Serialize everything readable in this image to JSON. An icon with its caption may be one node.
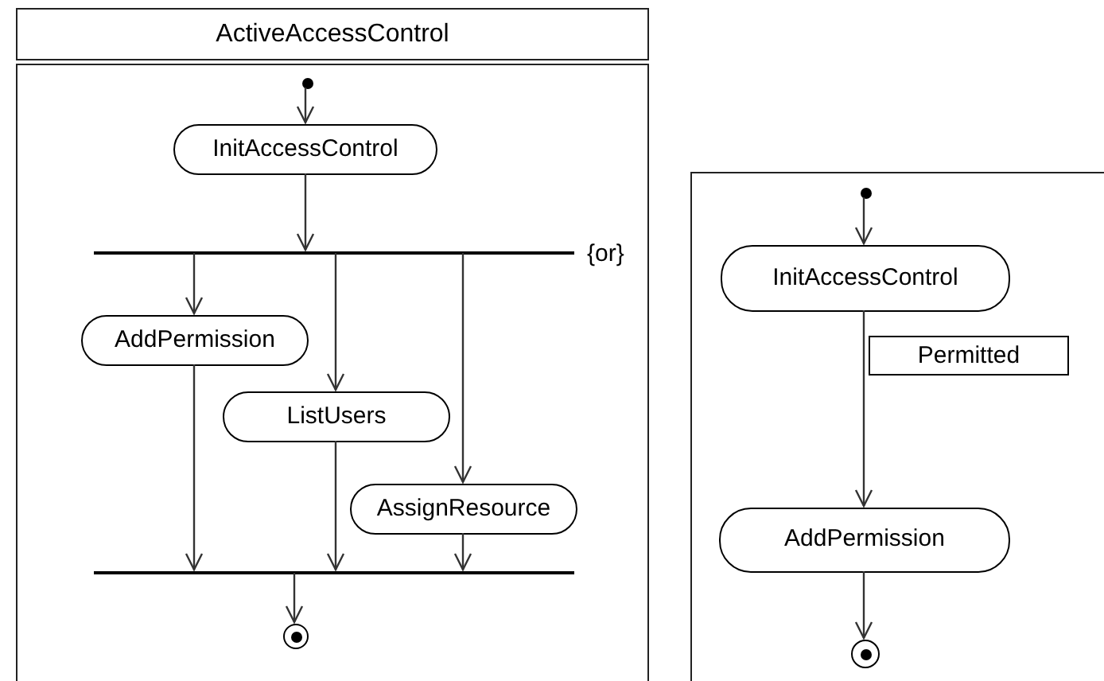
{
  "diagram": {
    "nodes": [
      {
        "text": [
          "ActiveAccessControl"
        ]
      },
      {
        "text": [],
        "shape": "box"
      },
      {
        "text": [],
        "shape": "circle",
        "in": 1
      },
      {
        "text": [
          "InitAccessControl"
        ],
        "in": 1
      },
      {
        "text": [],
        "shape": "bar",
        "in": 1,
        "beside": [
          "{or}"
        ]
      },
      {
        "text": [
          "AddPermission"
        ],
        "in": 1
      },
      {
        "text": [
          "ListUsers"
        ],
        "in": 1
      },
      {
        "text": [
          "AssignResource"
        ],
        "in": 1
      },
      {
        "text": [],
        "shape": "bar",
        "in": 1
      },
      {
        "text": [],
        "shape": "circle",
        "in": 1
      },
      {
        "text": [],
        "shape": "box"
      },
      {
        "text": [],
        "shape": "circle",
        "in": 10
      },
      {
        "text": [
          "InitAccessControl"
        ],
        "in": 10
      },
      {
        "text": [
          "AddPermission"
        ],
        "in": 10
      },
      {
        "text": [],
        "shape": "circle",
        "in": 10
      }
    ],
    "edges": [
      {
        "from": 2,
        "to": 3,
        "arrow": "to"
      },
      {
        "from": 3,
        "to": 4,
        "arrow": "to"
      },
      {
        "from": 4,
        "to": 5,
        "arrow": "to"
      },
      {
        "from": 4,
        "to": 6,
        "arrow": "to"
      },
      {
        "from": 4,
        "to": 7,
        "arrow": "to"
      },
      {
        "from": 5,
        "to": 8,
        "arrow": "to"
      },
      {
        "from": 6,
        "to": 8,
        "arrow": "to"
      },
      {
        "from": 7,
        "to": 8,
        "arrow": "to"
      },
      {
        "from": 8,
        "to": 9,
        "arrow": "to"
      },
      {
        "from": 11,
        "to": 12,
        "arrow": "to"
      },
      {
        "from": 12,
        "to": 13,
        "arrow": "to",
        "label": "Permitted"
      },
      {
        "from": 13,
        "to": 14,
        "arrow": "to"
      }
    ]
  }
}
